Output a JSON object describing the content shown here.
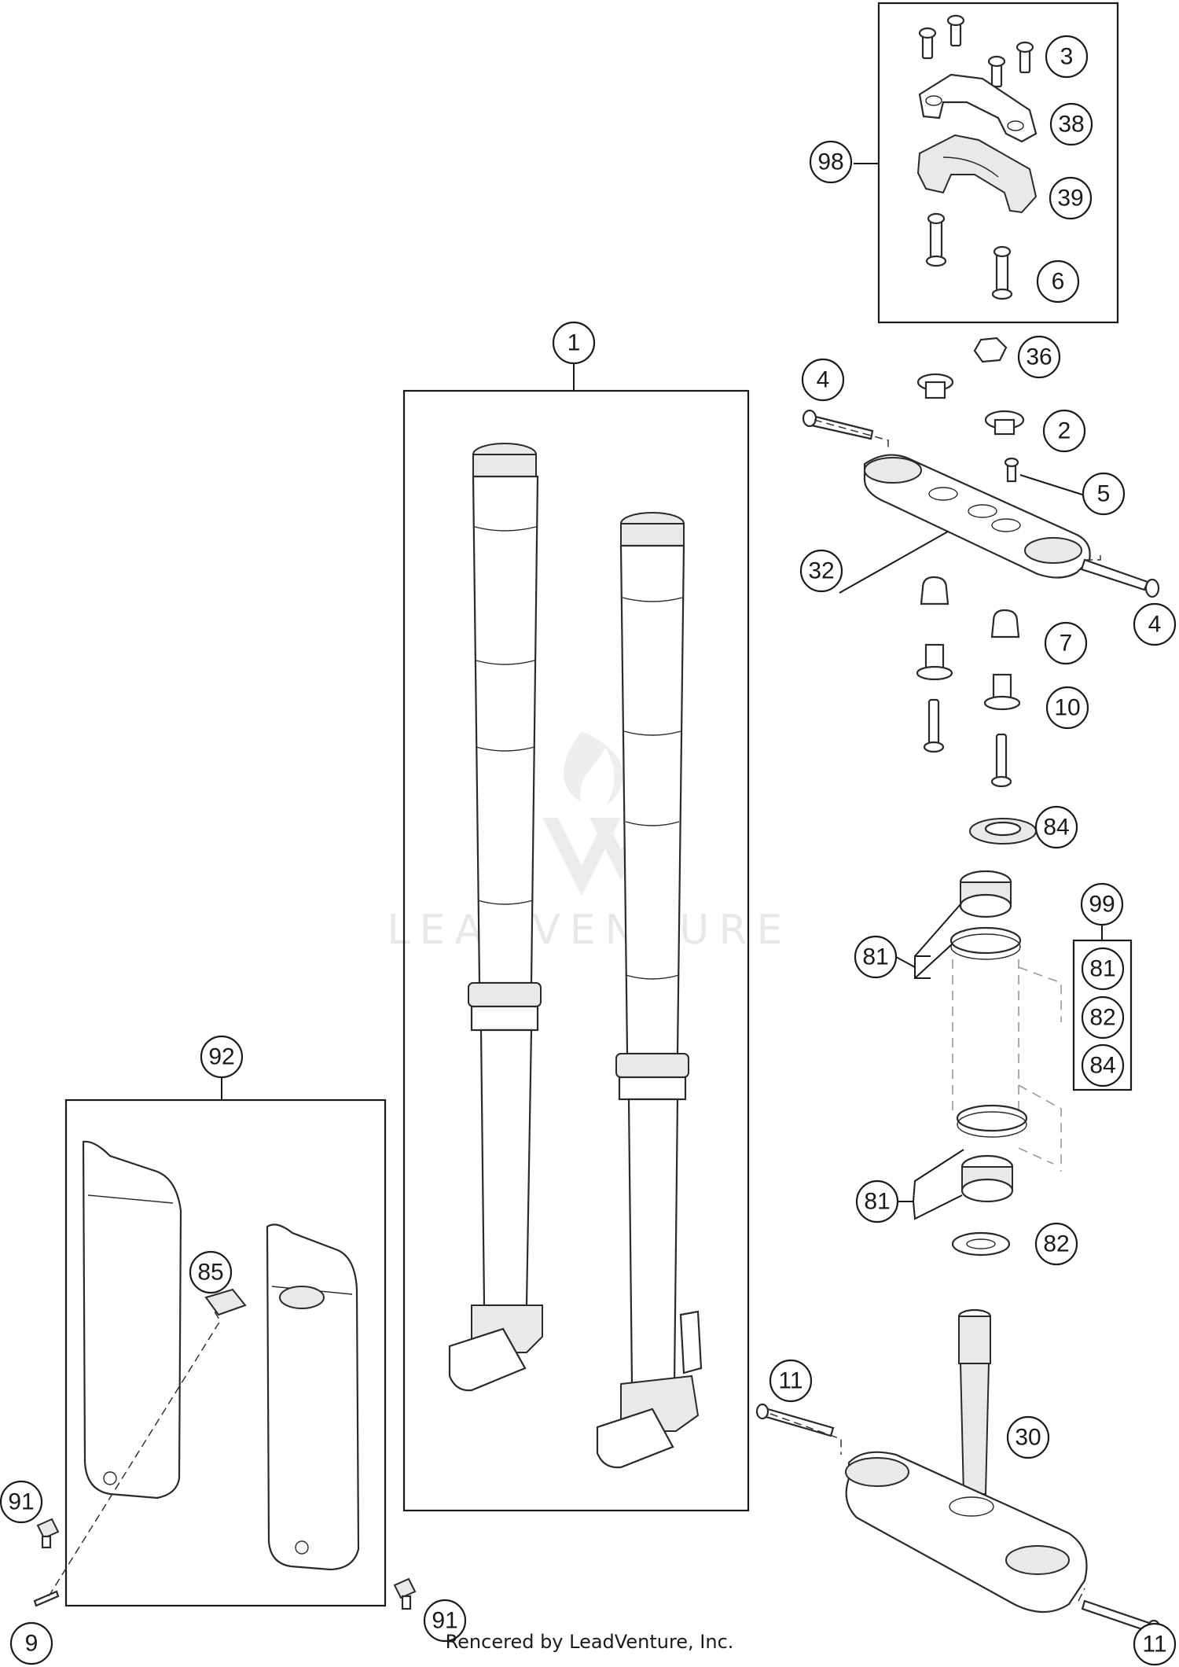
{
  "callouts": {
    "c1": "1",
    "c2": "2",
    "c3": "3",
    "c4a": "4",
    "c4b": "4",
    "c5": "5",
    "c6": "6",
    "c7": "7",
    "c9": "9",
    "c10": "10",
    "c11a": "11",
    "c11b": "11",
    "c30": "30",
    "c32": "32",
    "c36": "36",
    "c38": "38",
    "c39": "39",
    "c81a": "81",
    "c81b": "81",
    "c81c": "81",
    "c82a": "82",
    "c82b": "82",
    "c84a": "84",
    "c84b": "84",
    "c85": "85",
    "c91a": "91",
    "c91b": "91",
    "c92": "92",
    "c98": "98",
    "c99": "99"
  },
  "watermark": {
    "brand": "LEADVENTURE"
  },
  "footer": {
    "credit": "Rencered by LeadVenture, Inc."
  }
}
